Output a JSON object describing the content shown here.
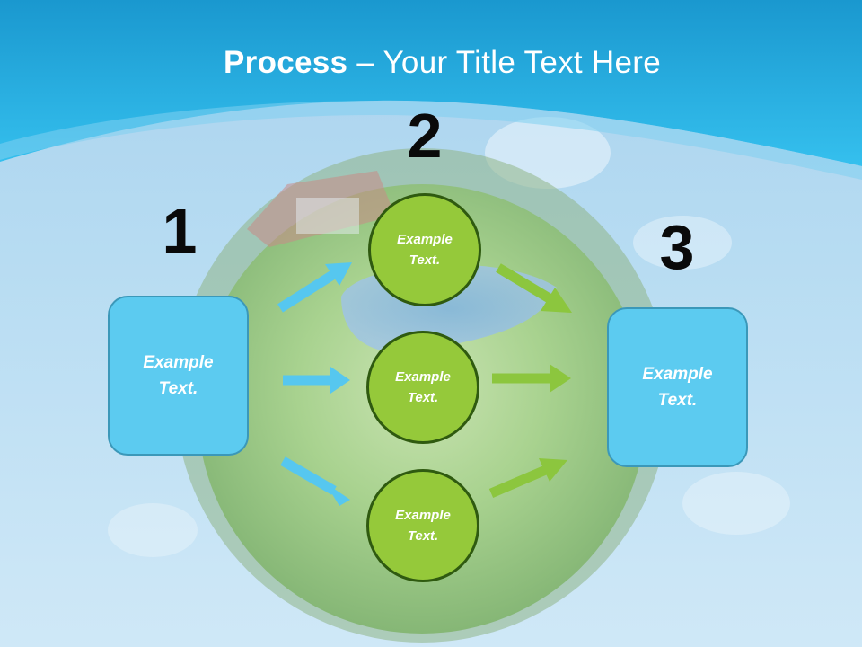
{
  "title": {
    "bold": "Process",
    "rest": " – Your Title Text Here"
  },
  "steps": [
    {
      "number": "1",
      "text_line1": "Example",
      "text_line2": "Text."
    },
    {
      "number": "2"
    },
    {
      "number": "3",
      "text_line1": "Example",
      "text_line2": "Text."
    }
  ],
  "circles": [
    {
      "text_line1": "Example",
      "text_line2": "Text."
    },
    {
      "text_line1": "Example",
      "text_line2": "Text."
    },
    {
      "text_line1": "Example",
      "text_line2": "Text."
    }
  ],
  "colors": {
    "header_blue": "#29b3e6",
    "box_fill": "#5ccbf0",
    "circle_fill": "#95c93a",
    "blue_arrow": "#56c7ef",
    "green_arrow": "#8cc63e"
  }
}
